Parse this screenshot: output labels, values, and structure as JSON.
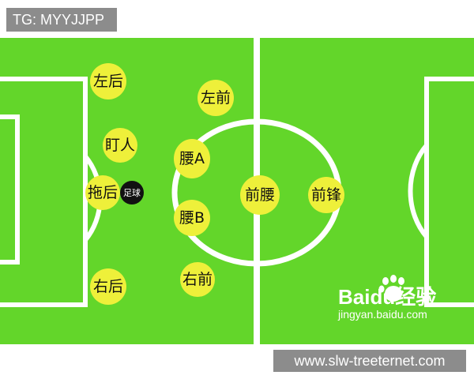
{
  "watermark_top": "TG: MYYJJPP",
  "watermark_bottom": "www.slw-treeternet.com",
  "logo": {
    "brand": "Baidu经验",
    "url": "jingyan.baidu.com"
  },
  "colors": {
    "pitch": "#63d62a",
    "lines": "#ffffff",
    "player": "#eef03a",
    "ball": "#111111",
    "tag_bg": "#8c8c8c"
  },
  "positions": {
    "left_back": "左后",
    "left_forward": "左前",
    "marker": "盯人",
    "mid_a": "腰A",
    "sweeper": "拖后",
    "ball": "足球",
    "center_mid": "前腰",
    "striker": "前锋",
    "mid_b": "腰B",
    "right_back": "右后",
    "right_forward": "右前"
  }
}
